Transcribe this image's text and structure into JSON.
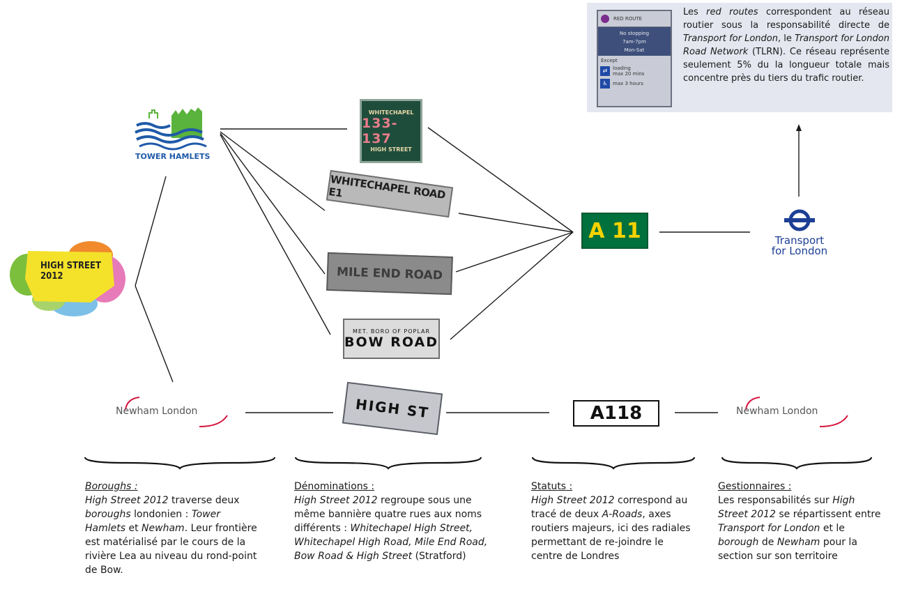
{
  "red_route": {
    "sign": {
      "title": "RED ROUTE",
      "line1": "No stopping",
      "line2": "7am-7pm",
      "line3": "Mon-Sat",
      "except": "Except",
      "loading": "loading",
      "loading_max": "max 20 mins",
      "disabled_max": "max 3 hours"
    },
    "text_parts": [
      "Les ",
      "red routes",
      " correspondent au réseau routier sous la responsabilité directe de ",
      "Transport for London",
      ", le ",
      "Transport for London Road Network",
      " (TLRN). Ce réseau représente seulement 5% du la longueur totale mais concentre près du tiers du trafic routier."
    ]
  },
  "logos": {
    "tower_hamlets": "TOWER HAMLETS",
    "high_street_2012": [
      "HIGH STREET",
      "2012"
    ],
    "tfl": [
      "Transport",
      "for London"
    ],
    "newham_left": "Newham London",
    "newham_right": "Newham London"
  },
  "signs": {
    "whitechapel_high_street": {
      "top": "WHITECHAPEL",
      "number": "133-137",
      "bottom": "HIGH STREET"
    },
    "whitechapel_road": "WHITECHAPEL ROAD E1",
    "mile_end_road": "MILE END ROAD",
    "bow_road": {
      "top": "MET. BORO OF POPLAR",
      "main": "BOW ROAD"
    },
    "high_st": "HIGH ST",
    "a11": "A 11",
    "a118": "A118"
  },
  "blocks": {
    "boroughs": {
      "title": "Boroughs :",
      "parts": [
        "High Street 2012",
        " traverse deux ",
        "boroughs",
        " londonien : ",
        "Tower Hamlets",
        " et ",
        "Newham",
        ". Leur frontière est matérialisé par le cours de la rivière Lea au niveau du rond-point de Bow."
      ]
    },
    "denominations": {
      "title": "Dénominations :",
      "parts": [
        "High Street 2012",
        " regroupe sous une même bannière quatre rues aux noms différents : ",
        "Whitechapel High Street, Whitechapel High Road, Mile End Road, Bow Road & High Street",
        " (Stratford)"
      ]
    },
    "statuts": {
      "title": "Statuts :",
      "parts": [
        "High Street 2012",
        " correspond au tracé de deux ",
        "A-Roads",
        ", axes routiers majeurs, ici des radiales permettant de re-joindre le centre de Londres"
      ]
    },
    "gestionnaires": {
      "title": "Gestionnaires :",
      "parts": [
        "Les responsabilités sur ",
        "High Street 2012",
        " se répartissent entre ",
        "Transport for London",
        " et le ",
        "borough",
        " de ",
        "Newham",
        " pour la section sur son territoire"
      ]
    }
  },
  "colors": {
    "a_road_green": "#00703c",
    "a_road_yellow": "#f5d200",
    "tfl_blue": "#1c3f94",
    "newham_red": "#d4143c",
    "tower_hamlets_blue": "#1f5aa8",
    "tower_hamlets_green": "#5ab33c"
  }
}
